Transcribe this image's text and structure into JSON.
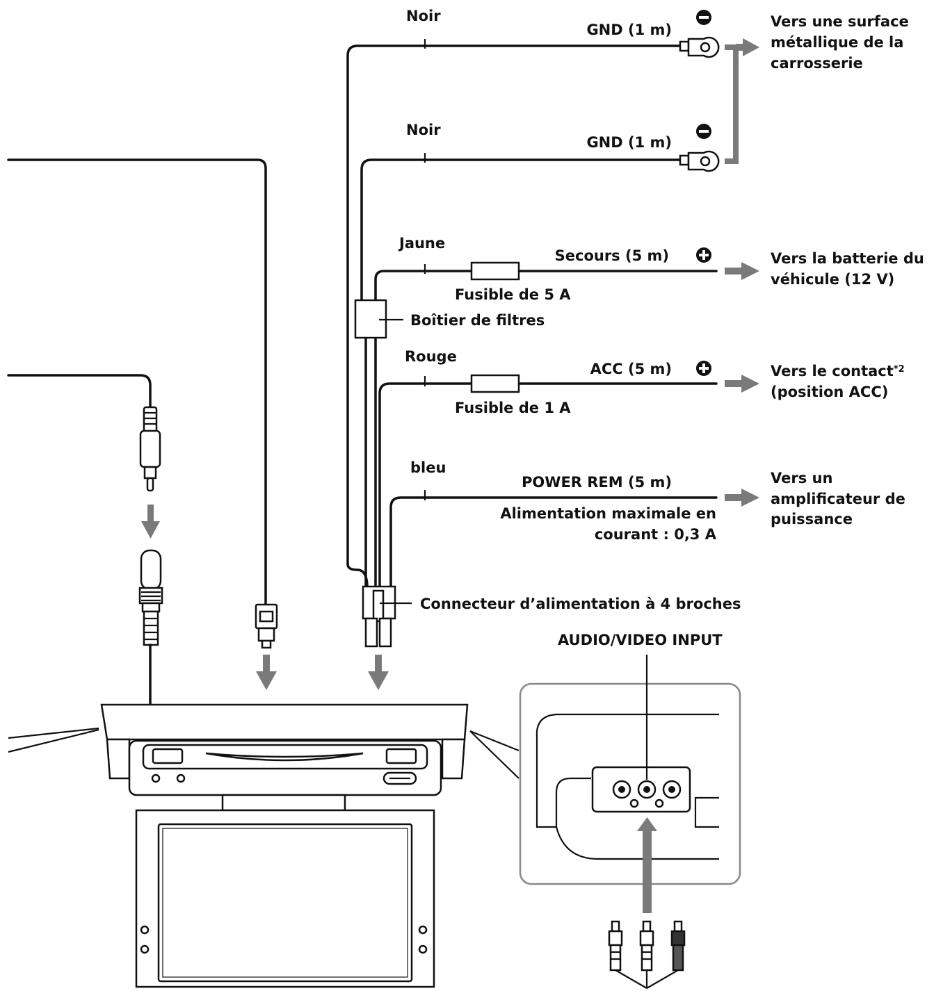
{
  "wires": {
    "gnd_top": {
      "color": "Noir",
      "name": "GND (1 m)",
      "polarity": "minus"
    },
    "gnd_bottom": {
      "color": "Noir",
      "name": "GND (1 m)",
      "polarity": "minus"
    },
    "backup": {
      "color": "Jaune",
      "name": "Secours (5 m)",
      "fuse": "Fusible de 5 A",
      "polarity": "plus"
    },
    "acc": {
      "color": "Rouge",
      "name": "ACC (5 m)",
      "fuse": "Fusible de 1 A",
      "polarity": "plus"
    },
    "power_rem": {
      "color": "bleu",
      "name": "POWER REM (5 m)",
      "note_line1": "Alimentation maximale en",
      "note_line2": "courant : 0,3 A"
    }
  },
  "destinations": {
    "chassis": [
      "Vers une surface",
      "métallique de la",
      "carrosserie"
    ],
    "battery": [
      "Vers la batterie du",
      "véhicule (12 V)"
    ],
    "ignition": [
      "Vers le contact",
      "(position ACC)"
    ],
    "ignition_note_mark": "*2",
    "amplifier": [
      "Vers un",
      "amplificateur de",
      "puissance"
    ]
  },
  "components": {
    "filter_box": "Boîtier de filtres",
    "power_connector": "Connecteur d’alimentation à 4 broches",
    "av_input": "AUDIO/VIDEO INPUT"
  },
  "colors": {
    "ink": "#111111",
    "arrow": "#7a7a7a",
    "background": "#ffffff"
  },
  "icons": [
    "minus-terminal-icon",
    "plus-terminal-icon",
    "ring-terminal-icon",
    "arrow-right-icon",
    "arrow-down-icon",
    "rca-plug-icon",
    "mini-plug-icon",
    "optical-plug-icon",
    "fuse-icon"
  ]
}
